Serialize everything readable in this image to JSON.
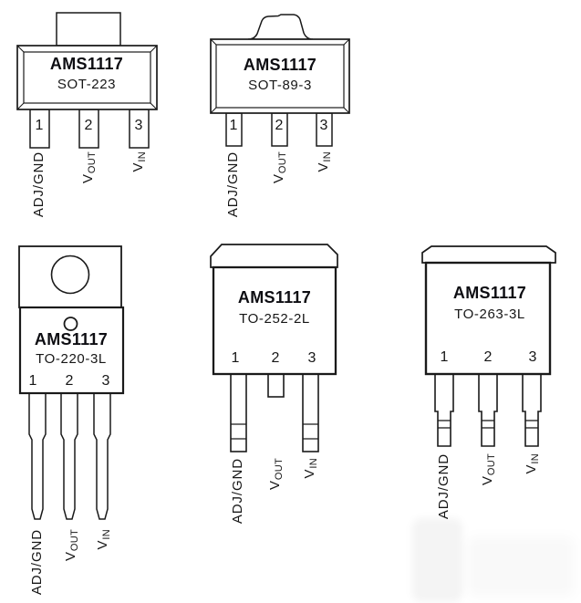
{
  "colors": {
    "ink": "#161616",
    "outline": "#1a1a1a",
    "paper": "#ffffff"
  },
  "packages": [
    {
      "name": "AMS1117",
      "variant": "SOT-223",
      "pins": [
        {
          "number": "1",
          "label": "ADJ/GND",
          "label_sub": ""
        },
        {
          "number": "2",
          "label": "V",
          "label_sub": "OUT"
        },
        {
          "number": "3",
          "label": "V",
          "label_sub": "IN"
        }
      ]
    },
    {
      "name": "AMS1117",
      "variant": "SOT-89-3",
      "pins": [
        {
          "number": "1",
          "label": "ADJ/GND",
          "label_sub": ""
        },
        {
          "number": "2",
          "label": "V",
          "label_sub": "OUT"
        },
        {
          "number": "3",
          "label": "V",
          "label_sub": "IN"
        }
      ]
    },
    {
      "name": "AMS1117",
      "variant": "TO-220-3L",
      "pins": [
        {
          "number": "1",
          "label": "ADJ/GND",
          "label_sub": ""
        },
        {
          "number": "2",
          "label": "V",
          "label_sub": "OUT"
        },
        {
          "number": "3",
          "label": "V",
          "label_sub": "IN"
        }
      ]
    },
    {
      "name": "AMS1117",
      "variant": "TO-252-2L",
      "pins": [
        {
          "number": "1",
          "label": "ADJ/GND",
          "label_sub": ""
        },
        {
          "number": "2",
          "label": "V",
          "label_sub": "OUT"
        },
        {
          "number": "3",
          "label": "V",
          "label_sub": "IN"
        }
      ]
    },
    {
      "name": "AMS1117",
      "variant": "TO-263-3L",
      "pins": [
        {
          "number": "1",
          "label": "ADJ/GND",
          "label_sub": ""
        },
        {
          "number": "2",
          "label": "V",
          "label_sub": "OUT"
        },
        {
          "number": "3",
          "label": "V",
          "label_sub": "IN"
        }
      ]
    }
  ]
}
